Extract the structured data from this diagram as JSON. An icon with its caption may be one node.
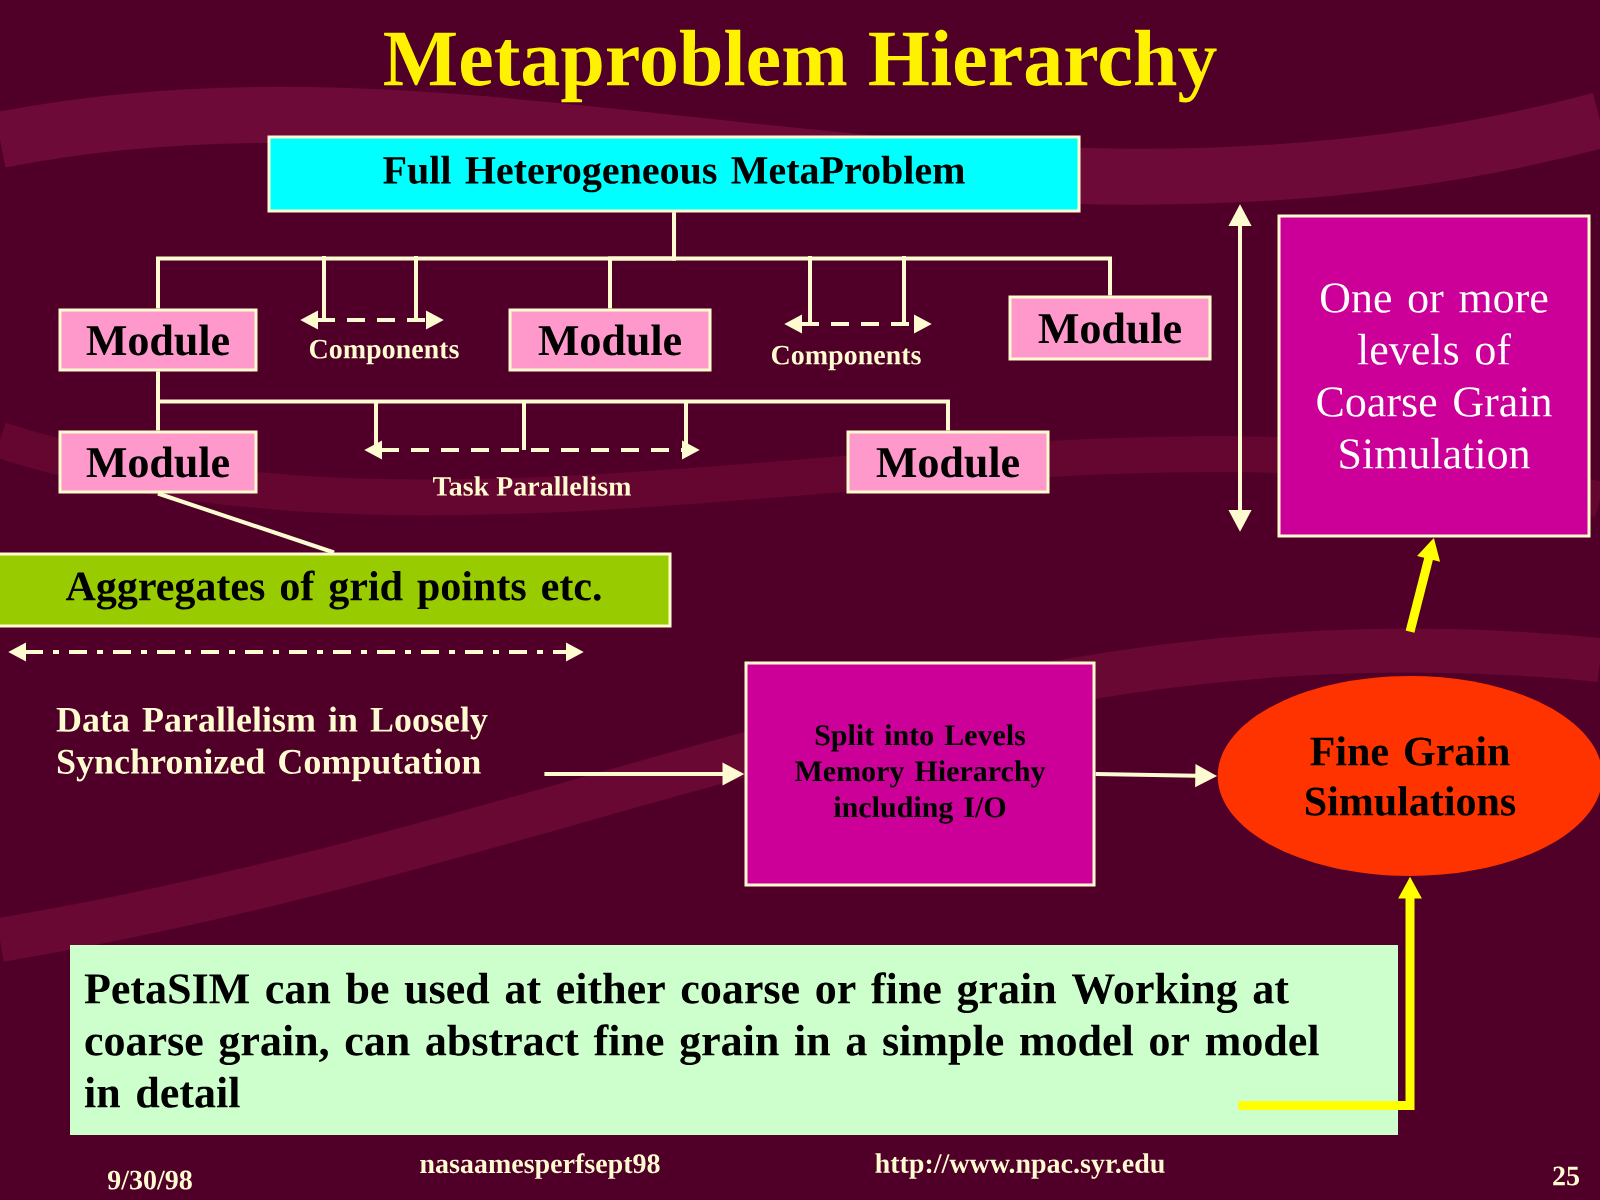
{
  "diagram": {
    "title": "Metaproblem Hierarchy",
    "nodes": [
      {
        "text": [
          "Full  Heterogeneous MetaProblem"
        ]
      },
      {
        "text": [
          "Module"
        ]
      },
      {
        "text": [
          "Module"
        ]
      },
      {
        "text": [
          "Module"
        ]
      },
      {
        "text": [
          "Module"
        ]
      },
      {
        "text": [
          "Module"
        ]
      },
      {
        "text": [
          "Aggregates of grid points etc."
        ]
      },
      {
        "text": [
          "Data Parallelism in Loosely Synchronized Computation"
        ]
      },
      {
        "text": [
          "Split into Levels Memory Hierarchy including I/O"
        ]
      },
      {
        "text": [
          "Fine Grain Simulations"
        ]
      },
      {
        "text": [
          "One or more levels of Coarse Grain Simulation"
        ]
      },
      {
        "text": [
          "PetaSIM can be used at either coarse or fine grain Working at coarse grain, can abstract fine grain in a simple model or model in detail"
        ]
      }
    ],
    "edges": [
      {
        "from": 0,
        "to": 1,
        "arrow": "none"
      },
      {
        "from": 0,
        "to": 2,
        "arrow": "none"
      },
      {
        "from": 0,
        "to": 3,
        "arrow": "none"
      },
      {
        "from": 1,
        "to": 4,
        "arrow": "none"
      },
      {
        "from": 1,
        "to": 5,
        "arrow": "none"
      },
      {
        "from": 4,
        "to": 6,
        "arrow": "none"
      },
      {
        "from": 7,
        "to": 8,
        "arrow": "to"
      },
      {
        "from": 8,
        "to": 9,
        "arrow": "to"
      },
      {
        "from": 9,
        "to": 10,
        "arrow": "to",
        "style": "thick",
        "color": "#ffff00"
      },
      {
        "from": 11,
        "to": 9,
        "arrow": "to",
        "style": "thick",
        "color": "#ffff00"
      }
    ],
    "labels": [
      "Components",
      "Components",
      "Task Parallelism",
      "9/30/98",
      "nasaamesperfsept98",
      "http://www.npac.syr.edu",
      "25"
    ]
  }
}
